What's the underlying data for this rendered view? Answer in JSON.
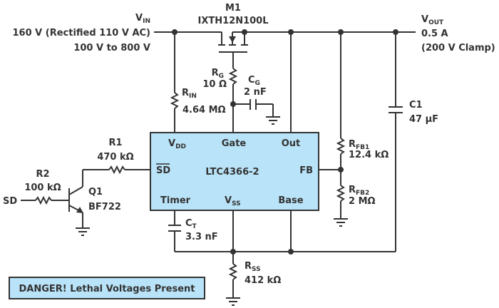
{
  "schematic": {
    "title": "LTC4366-2 high-voltage surge stopper circuit",
    "colors": {
      "wire": "#333333",
      "ic_fill": "#b9e3f8",
      "warning_fill": "#b9e3f8",
      "background": "#ffffff"
    },
    "input": {
      "name": "V",
      "sub": "IN",
      "line1": "160 V (Rectified 110 V AC)",
      "line2": "100 V to 800 V"
    },
    "output": {
      "name": "V",
      "sub": "OUT",
      "line1": "0.5 A",
      "line2": "(200 V Clamp)"
    },
    "mosfet": {
      "ref": "M1",
      "part": "IXTH12N100L",
      "icon": "n-mosfet-icon"
    },
    "ic": {
      "part": "LTC4366-2",
      "pins": {
        "vdd": "V",
        "vdd_sub": "DD",
        "gate": "Gate",
        "out": "Out",
        "sd": "SD",
        "fb": "FB",
        "timer": "Timer",
        "vss": "V",
        "vss_sub": "SS",
        "base": "Base"
      }
    },
    "components": {
      "rg": {
        "ref": "R",
        "sub": "G",
        "value": "10 Ω"
      },
      "cg": {
        "ref": "C",
        "sub": "G",
        "value": "2 nF"
      },
      "rin": {
        "ref": "R",
        "sub": "IN",
        "value": "4.64 MΩ"
      },
      "r1": {
        "ref": "R1",
        "value": "470 kΩ"
      },
      "r2": {
        "ref": "R2",
        "value": "100 kΩ"
      },
      "q1": {
        "ref": "Q1",
        "part": "BF722"
      },
      "sd_input": "SD",
      "rfb1": {
        "ref": "R",
        "sub": "FB1",
        "value": "12.4 kΩ"
      },
      "rfb2": {
        "ref": "R",
        "sub": "FB2",
        "value": "2 MΩ"
      },
      "c1": {
        "ref": "C1",
        "value": "47 µF"
      },
      "ct": {
        "ref": "C",
        "sub": "T",
        "value": "3.3 nF"
      },
      "rss": {
        "ref": "R",
        "sub": "SS",
        "value": "412 kΩ"
      }
    },
    "warning": "DANGER! Lethal Voltages Present"
  }
}
